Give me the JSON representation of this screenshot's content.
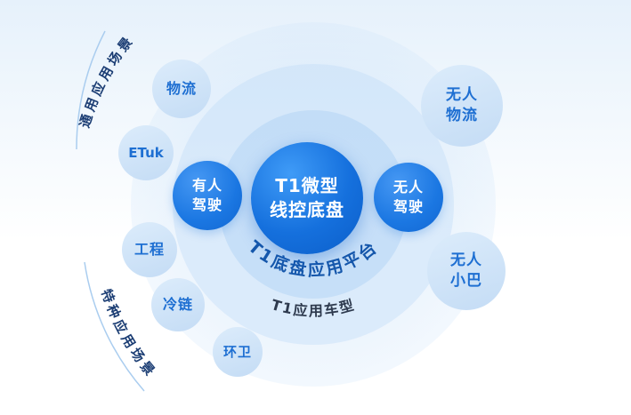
{
  "diagram": {
    "center": {
      "line1": "T1微型",
      "line2": "线控底盘"
    },
    "drive_nodes": {
      "manned": {
        "line1": "有人",
        "line2": "驾驶"
      },
      "unmanned": {
        "line1": "无人",
        "line2": "驾驶"
      }
    },
    "satellites": [
      {
        "id": "logistics",
        "label": "物流"
      },
      {
        "id": "etuk",
        "label": "ETuk"
      },
      {
        "id": "engineering",
        "label": "工程"
      },
      {
        "id": "cold-chain",
        "label": "冷链"
      },
      {
        "id": "sanitation",
        "label": "环卫"
      }
    ],
    "large_satellites": [
      {
        "id": "unmanned-logistics",
        "line1": "无人",
        "line2": "物流"
      },
      {
        "id": "unmanned-minibus",
        "line1": "无人",
        "line2": "小巴"
      }
    ],
    "arc_labels": {
      "platform": "T1底盘应用平台",
      "vehicle_models": "T1应用车型",
      "general_scenarios": "通用应用场景",
      "special_scenarios": "特种应用场景"
    },
    "colors": {
      "center_circle": "#0c5fca",
      "drive_circle": "#1b77e2",
      "satellite_circle": "#c9dff6",
      "satellite_text": "#1e6fd2",
      "platform_text": "#1557ab",
      "models_text": "#2e3a4e",
      "scenario_text": "#1c3e74",
      "arc_stroke": "#aacdef",
      "background_top": "#e6f1fb"
    }
  }
}
